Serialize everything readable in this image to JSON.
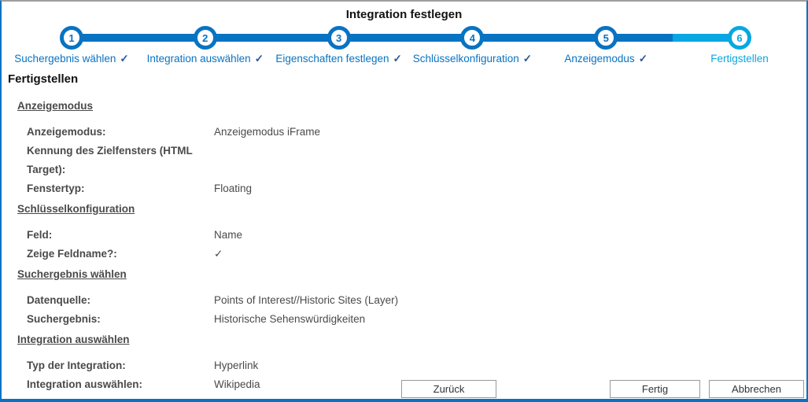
{
  "window": {
    "title": "Integration festlegen"
  },
  "colors": {
    "primary_blue": "#0873C2",
    "current_blue": "#08A7E2",
    "check_blue": "#2B579A",
    "text_gray": "#4a4a4a"
  },
  "stepper": {
    "steps": [
      {
        "number": "1",
        "label": "Suchergebnis wählen",
        "check": "✓",
        "state": "done"
      },
      {
        "number": "2",
        "label": "Integration auswählen",
        "check": "✓",
        "state": "done"
      },
      {
        "number": "3",
        "label": "Eigenschaften festlegen",
        "check": "✓",
        "state": "done"
      },
      {
        "number": "4",
        "label": "Schlüsselkonfiguration",
        "check": "✓",
        "state": "done"
      },
      {
        "number": "5",
        "label": "Anzeigemodus",
        "check": "✓",
        "state": "done"
      },
      {
        "number": "6",
        "label": "Fertigstellen",
        "check": "",
        "state": "current"
      }
    ]
  },
  "content": {
    "heading": "Fertigstellen",
    "sections": [
      {
        "title": "Anzeigemodus",
        "rows": [
          {
            "label": "Anzeigemodus:",
            "value": "Anzeigemodus iFrame"
          },
          {
            "label": "Kennung des Zielfensters (HTML Target):",
            "value": ""
          },
          {
            "label": "Fenstertyp:",
            "value": "Floating"
          }
        ]
      },
      {
        "title": "Schlüsselkonfiguration",
        "rows": [
          {
            "label": "Feld:",
            "value": "Name"
          },
          {
            "label": "Zeige Feldname?:",
            "value": "✓"
          }
        ]
      },
      {
        "title": "Suchergebnis wählen",
        "rows": [
          {
            "label": "Datenquelle:",
            "value": "Points of Interest//Historic Sites (Layer)"
          },
          {
            "label": "Suchergebnis:",
            "value": "Historische Sehenswürdigkeiten"
          }
        ]
      },
      {
        "title": "Integration auswählen",
        "rows": [
          {
            "label": "Typ der Integration:",
            "value": "Hyperlink"
          },
          {
            "label": "Integration auswählen:",
            "value": "Wikipedia"
          }
        ]
      }
    ]
  },
  "footer": {
    "back": "Zurück",
    "finish": "Fertig",
    "cancel": "Abbrechen"
  }
}
